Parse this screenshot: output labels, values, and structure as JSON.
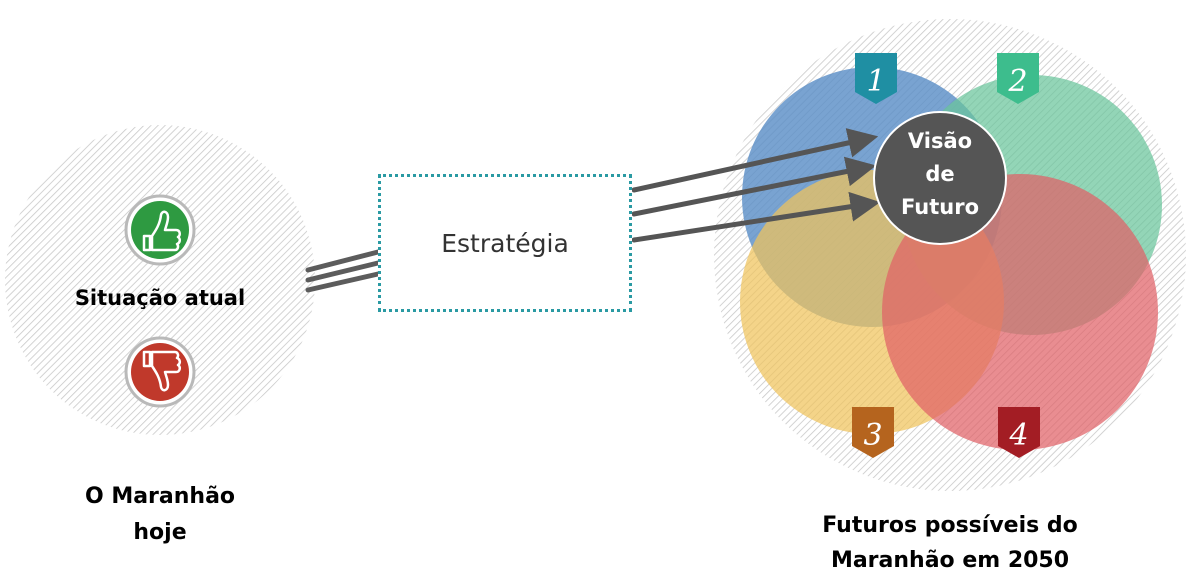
{
  "left": {
    "current_situation": "Situação atual",
    "caption_line1": "O Maranhão",
    "caption_line2": "hoje",
    "icons": [
      "thumbs-up-icon",
      "thumbs-down-icon"
    ]
  },
  "middle": {
    "strategy_label": "Estratégia"
  },
  "right": {
    "vision_line1": "Visão",
    "vision_line2": "de",
    "vision_line3": "Futuro",
    "markers": [
      {
        "number": "1",
        "color": "#1f8fa3",
        "circle_color": "#5b8fc7"
      },
      {
        "number": "2",
        "color": "#3dbd8d",
        "circle_color": "#69c59b"
      },
      {
        "number": "3",
        "color": "#b5641e",
        "circle_color": "#f0c35b"
      },
      {
        "number": "4",
        "color": "#a31d24",
        "circle_color": "#e06167"
      }
    ],
    "caption_line1": "Futuros possíveis do",
    "caption_line2": "Maranhão em 2050"
  }
}
